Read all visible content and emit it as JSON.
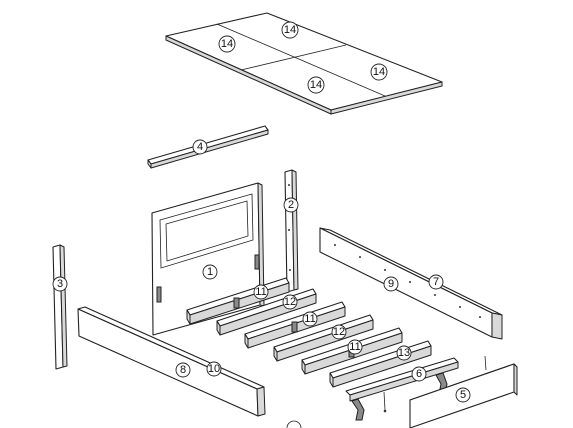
{
  "diagram": {
    "callouts": {
      "panel_top_left": "14",
      "panel_top_right": "14",
      "panel_bottom_left": "14",
      "panel_bottom_right": "14",
      "top_slat": "4",
      "headboard": "1",
      "post_right": "2",
      "post_left": "3",
      "side_rail_a": "9",
      "side_rail_b": "7",
      "front_rail_a": "8",
      "front_rail_b": "10",
      "slat_1": "11",
      "slat_2": "12",
      "slat_3": "11",
      "slat_4": "12",
      "slat_5": "11",
      "slat_6": "13",
      "center_support": "6",
      "foot_board": "5"
    }
  }
}
